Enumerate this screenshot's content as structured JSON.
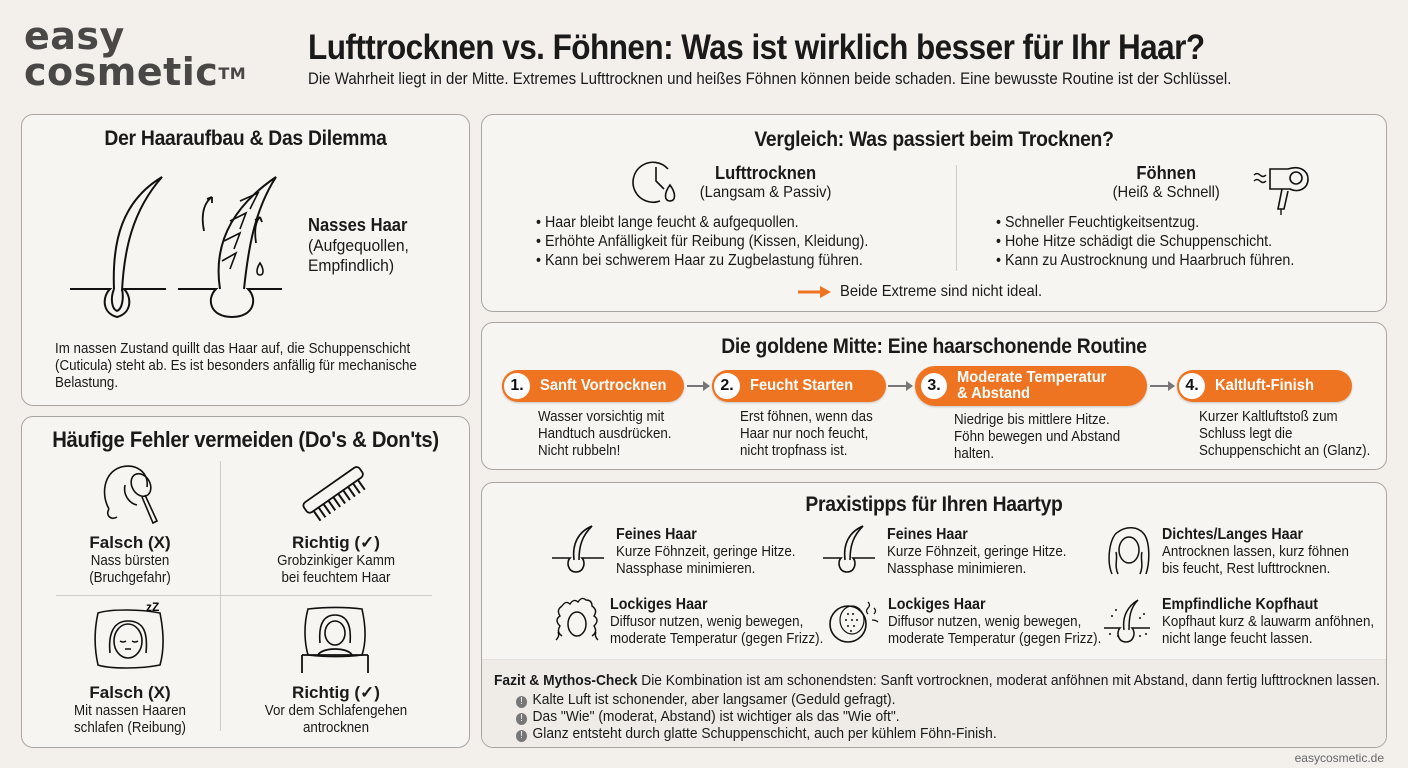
{
  "logo": {
    "line1": "easy",
    "line2": "cosmetic",
    "tm": "TM"
  },
  "header": {
    "title": "Lufttrocknen vs. Föhnen: Was ist wirklich besser für Ihr Haar?",
    "subtitle": "Die Wahrheit liegt in der Mitte. Extremes Lufttrocknen und heißes Föhnen können beide schaden. Eine bewusste Routine ist der Schlüssel."
  },
  "dilemma": {
    "title": "Der Haaraufbau & Das Dilemma",
    "label_bold": "Nasses Haar",
    "label_sub1": "(Aufgequollen,",
    "label_sub2": "Empfindlich)",
    "desc": [
      "Im nassen Zustand quillt das Haar auf, die Schuppenschicht",
      "(Cuticula) steht ab. Es ist besonders anfällig für mechanische",
      "Belastung."
    ]
  },
  "mistakes": {
    "title": "Häufige Fehler vermeiden (Do's & Don'ts)",
    "cells": [
      {
        "verdict": "Falsch (X)",
        "line1": "Nass bürsten",
        "line2": "(Bruchgefahr)",
        "icon": "brushing-wet-hair-icon"
      },
      {
        "verdict": "Richtig (✓)",
        "line1": "Grobzinkiger Kamm",
        "line2": "bei feuchtem Haar",
        "icon": "wide-tooth-comb-icon"
      },
      {
        "verdict": "Falsch (X)",
        "line1": "Mit nassen Haaren",
        "line2": "schlafen (Reibung)",
        "icon": "sleeping-wet-hair-icon"
      },
      {
        "verdict": "Richtig (✓)",
        "line1": "Vor dem Schlafengehen",
        "line2": "antrocknen",
        "icon": "bed-dry-hair-icon"
      }
    ]
  },
  "comparison": {
    "title": "Vergleich: Was passiert beim Trocknen?",
    "air": {
      "name": "Lufttrocknen",
      "sub": "(Langsam & Passiv)",
      "icon": "clock-drop-icon",
      "points": [
        "Haar bleibt lange feucht & aufgequollen.",
        "Erhöhte Anfälligkeit für Reibung (Kissen, Kleidung).",
        "Kann bei schwerem Haar zu Zugbelastung führen."
      ]
    },
    "blow": {
      "name": "Föhnen",
      "sub": "(Heiß & Schnell)",
      "icon": "hair-dryer-icon",
      "points": [
        "Schneller Feuchtigkeitsentzug.",
        "Hohe Hitze schädigt die Schuppenschicht.",
        "Kann zu Austrocknung und Haarbruch führen."
      ]
    },
    "conclusion": "Beide Extreme sind nicht ideal."
  },
  "routine": {
    "title": "Die goldene Mitte: Eine haarschonende Routine",
    "accent": "#ef7422",
    "steps": [
      {
        "num": "1.",
        "label": "Sanft Vortrocknen",
        "desc": [
          "Wasser vorsichtig mit",
          "Handtuch ausdrücken.",
          "Nicht rubbeln!"
        ]
      },
      {
        "num": "2.",
        "label": "Feucht Starten",
        "desc": [
          "Erst föhnen, wenn das",
          "Haar nur noch feucht,",
          "nicht tropfnass ist."
        ]
      },
      {
        "num": "3.",
        "label1": "Moderate Temperatur",
        "label2": "& Abstand",
        "desc": [
          "Niedrige bis mittlere Hitze.",
          "Föhn bewegen und Abstand",
          "halten."
        ]
      },
      {
        "num": "4.",
        "label": "Kaltluft-Finish",
        "desc": [
          "Kurzer Kaltluftstoß zum",
          "Schluss legt die",
          "Schuppenschicht an (Glanz)."
        ]
      }
    ]
  },
  "tips": {
    "title": "Praxistipps für Ihren Haartyp",
    "items": [
      {
        "title": "Feines Haar",
        "l1": "Kurze Föhnzeit, geringe Hitze.",
        "l2": "Nassphase minimieren.",
        "icon": "fine-hair-follicle-icon"
      },
      {
        "title": "Feines Haar",
        "l1": "Kurze Föhnzeit, geringe Hitze.",
        "l2": "Nassphase minimieren.",
        "icon": "fine-hair-follicle-icon"
      },
      {
        "title": "Dichtes/Langes Haar",
        "l1": "Antrocknen lassen, kurz föhnen",
        "l2": "bis feucht, Rest lufttrocknen.",
        "icon": "long-hair-icon"
      },
      {
        "title": "Lockiges Haar",
        "l1": "Diffusor nutzen, wenig bewegen,",
        "l2": "moderate Temperatur (gegen Frizz).",
        "icon": "curly-hair-icon"
      },
      {
        "title": "Lockiges Haar",
        "l1": "Diffusor nutzen, wenig bewegen,",
        "l2": "moderate Temperatur (gegen Frizz).",
        "icon": "diffuser-icon"
      },
      {
        "title": "Empfindliche Kopfhaut",
        "l1": "Kopfhaut kurz & lauwarm anföhnen,",
        "l2": "nicht lange feucht lassen.",
        "icon": "sensitive-scalp-icon"
      }
    ]
  },
  "fazit": {
    "label": "Fazit & Mythos-Check",
    "text": "Die Kombination ist am schonendsten: Sanft vortrocknen, moderat anföhnen mit Abstand, dann fertig lufttrocknen lassen.",
    "points": [
      "Kalte Luft ist schonender, aber langsamer (Geduld gefragt).",
      "Das \"Wie\" (moderat, Abstand) ist wichtiger als das \"Wie oft\".",
      "Glanz entsteht durch glatte Schuppenschicht, auch per kühlem Föhn-Finish."
    ]
  },
  "footer": {
    "site": "easycosmetic.de"
  }
}
